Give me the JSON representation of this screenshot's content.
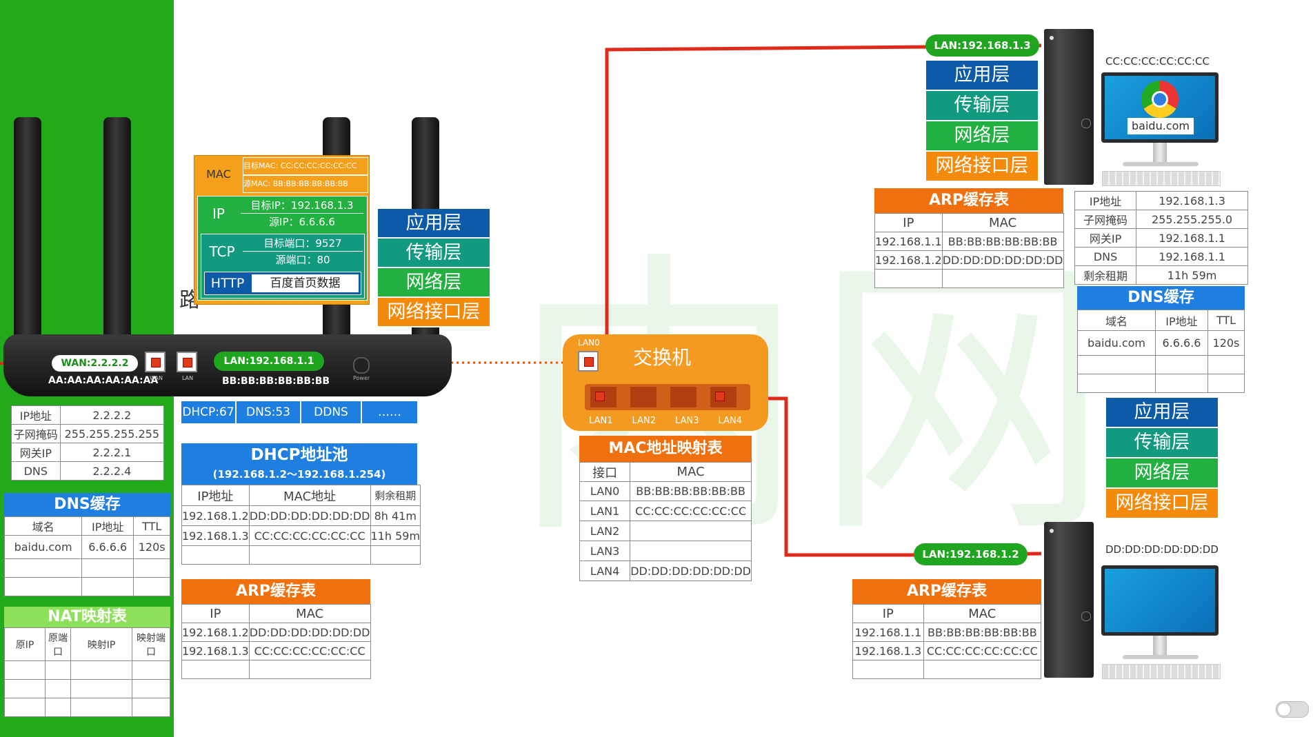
{
  "watermark": "内网",
  "router": {
    "wan_label": "WAN:2.2.2.2",
    "lan_label": "LAN:192.168.1.1",
    "wan_mac": "AA:AA:AA:AA:AA:AA",
    "lan_mac": "BB:BB:BB:BB:BB:BB",
    "port_wan": "WAN",
    "port_lan": "LAN",
    "power": "Power",
    "partial_text": "路",
    "wan_info": [
      [
        "IP地址",
        "2.2.2.2"
      ],
      [
        "子网掩码",
        "255.255.255.255"
      ],
      [
        "网关IP",
        "2.2.2.1"
      ],
      [
        "DNS",
        "2.2.2.4"
      ]
    ],
    "dns_cache": {
      "title": "DNS缓存",
      "headers": [
        "域名",
        "IP地址",
        "TTL"
      ],
      "rows": [
        [
          "baidu.com",
          "6.6.6.6",
          "120s"
        ]
      ]
    },
    "nat": {
      "title": "NAT映射表",
      "headers": [
        "原IP",
        "原端口",
        "映射IP",
        "映射端口"
      ]
    },
    "services": [
      "DHCP:67",
      "DNS:53",
      "DDNS",
      "……"
    ],
    "dhcp_pool": {
      "title": "DHCP地址池",
      "range": "(192.168.1.2～192.168.1.254)",
      "headers": [
        "IP地址",
        "MAC地址",
        "剩余租期"
      ],
      "rows": [
        [
          "192.168.1.2",
          "DD:DD:DD:DD:DD:DD",
          "8h 41m"
        ],
        [
          "192.168.1.3",
          "CC:CC:CC:CC:CC:CC",
          "11h 59m"
        ]
      ]
    },
    "arp": {
      "title": "ARP缓存表",
      "headers": [
        "IP",
        "MAC"
      ],
      "rows": [
        [
          "192.168.1.2",
          "DD:DD:DD:DD:DD:DD"
        ],
        [
          "192.168.1.3",
          "CC:CC:CC:CC:CC:CC"
        ]
      ]
    },
    "layers": [
      "应用层",
      "传输层",
      "网络层",
      "网络接口层"
    ]
  },
  "packet": {
    "mac_label": "MAC",
    "dst_mac": "目标MAC: CC:CC:CC:CC:CC:CC",
    "src_mac": "源MAC: BB:BB:BB:BB:BB:BB",
    "ip_label": "IP",
    "dst_ip": "目标IP：192.168.1.3",
    "src_ip": "源IP：6.6.6.6",
    "tcp_label": "TCP",
    "dst_port": "目标端口：9527",
    "src_port": "源端口：80",
    "http_label": "HTTP",
    "payload": "百度首页数据"
  },
  "switch": {
    "title": "交换机",
    "lan0": "LAN0",
    "ports": [
      "LAN1",
      "LAN2",
      "LAN3",
      "LAN4"
    ],
    "mac_table": {
      "title": "MAC地址映射表",
      "headers": [
        "接口",
        "MAC"
      ],
      "rows": [
        [
          "LAN0",
          "BB:BB:BB:BB:BB:BB"
        ],
        [
          "LAN1",
          "CC:CC:CC:CC:CC:CC"
        ],
        [
          "LAN2",
          ""
        ],
        [
          "LAN3",
          ""
        ],
        [
          "LAN4",
          "DD:DD:DD:DD:DD:DD"
        ]
      ]
    }
  },
  "pc1": {
    "lan_label": "LAN:192.168.1.3",
    "mac": "CC:CC:CC:CC:CC:CC",
    "browser_text": "baidu.com",
    "layers": [
      "应用层",
      "传输层",
      "网络层",
      "网络接口层"
    ],
    "arp": {
      "title": "ARP缓存表",
      "headers": [
        "IP",
        "MAC"
      ],
      "rows": [
        [
          "192.168.1.1",
          "BB:BB:BB:BB:BB:BB"
        ],
        [
          "192.168.1.2",
          "DD:DD:DD:DD:DD:DD"
        ]
      ]
    },
    "info": [
      [
        "IP地址",
        "192.168.1.3"
      ],
      [
        "子网掩码",
        "255.255.255.0"
      ],
      [
        "网关IP",
        "192.168.1.1"
      ],
      [
        "DNS",
        "192.168.1.1"
      ],
      [
        "剩余租期",
        "11h 59m"
      ]
    ],
    "dns_cache": {
      "title": "DNS缓存",
      "headers": [
        "域名",
        "IP地址",
        "TTL"
      ],
      "rows": [
        [
          "baidu.com",
          "6.6.6.6",
          "120s"
        ]
      ]
    }
  },
  "pc2": {
    "lan_label": "LAN:192.168.1.2",
    "mac": "DD:DD:DD:DD:DD:DD",
    "layers": [
      "应用层",
      "传输层",
      "网络层",
      "网络接口层"
    ],
    "arp": {
      "title": "ARP缓存表",
      "headers": [
        "IP",
        "MAC"
      ],
      "rows": [
        [
          "192.168.1.1",
          "BB:BB:BB:BB:BB:BB"
        ],
        [
          "192.168.1.3",
          "CC:CC:CC:CC:CC:CC"
        ]
      ]
    }
  },
  "colors": {
    "band": "#22aa1a",
    "wire": "#e02a1a",
    "blue": "#1e7fe0",
    "orange": "#f0700e"
  }
}
